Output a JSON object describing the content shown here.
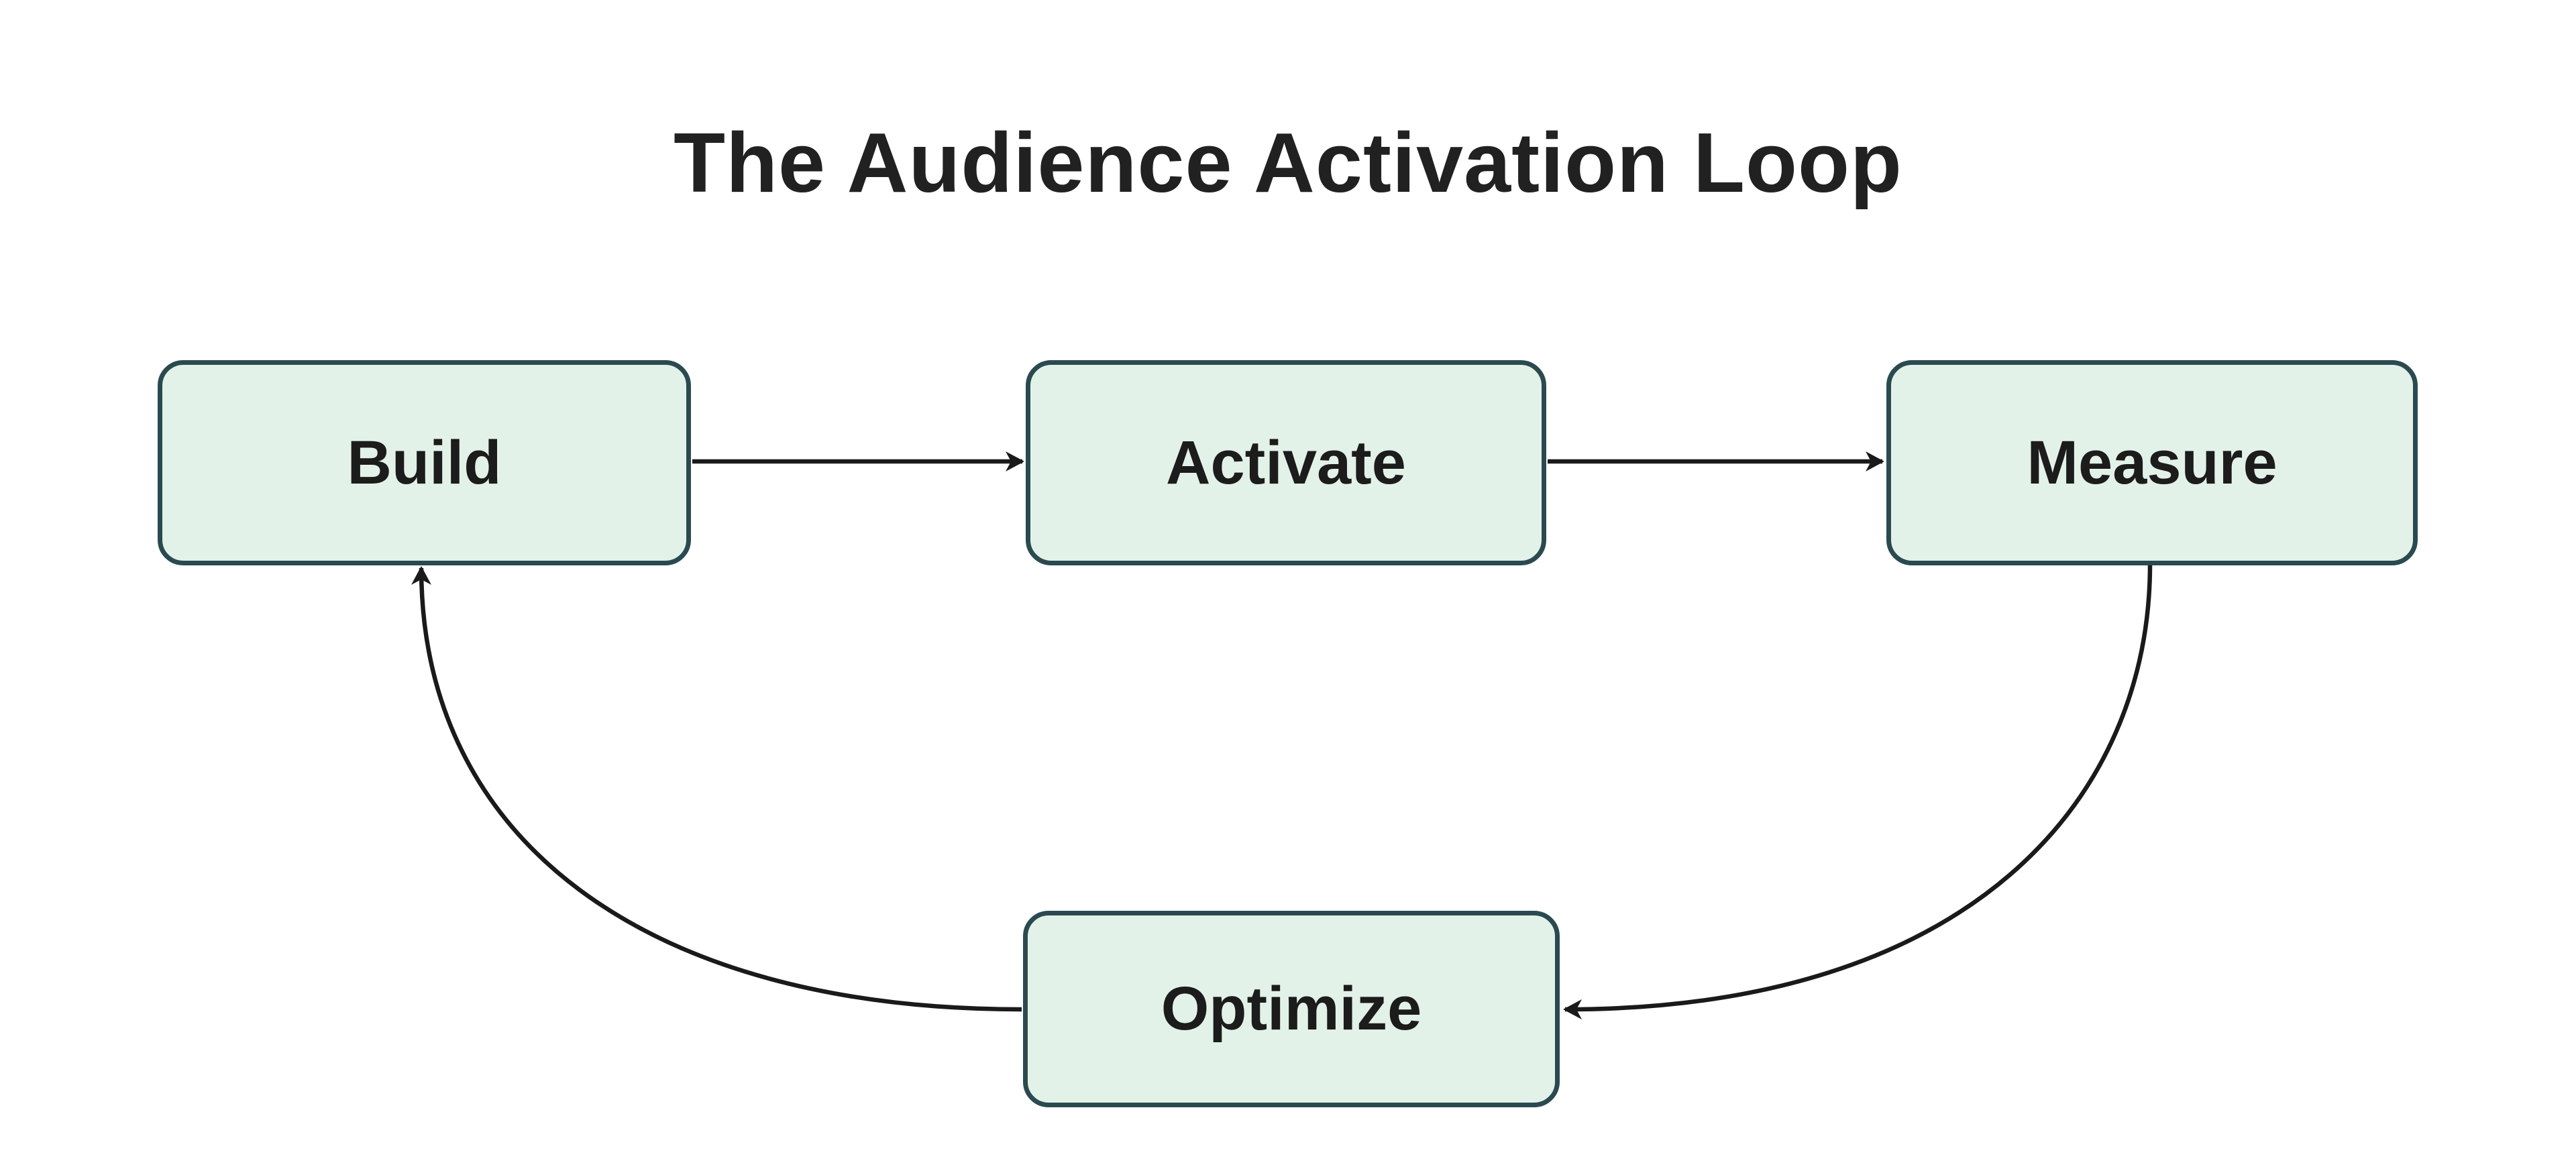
{
  "diagram": {
    "title": "The Audience Activation Loop",
    "type": "flowchart-loop",
    "nodes": [
      {
        "id": "build",
        "label": "Build"
      },
      {
        "id": "activate",
        "label": "Activate"
      },
      {
        "id": "measure",
        "label": "Measure"
      },
      {
        "id": "optimize",
        "label": "Optimize"
      }
    ],
    "edges": [
      {
        "from": "build",
        "to": "activate",
        "style": "straight-arrow"
      },
      {
        "from": "activate",
        "to": "measure",
        "style": "straight-arrow"
      },
      {
        "from": "measure",
        "to": "optimize",
        "style": "curved-arrow"
      },
      {
        "from": "optimize",
        "to": "build",
        "style": "curved-arrow"
      }
    ],
    "colors": {
      "background": "#ffffff",
      "node_fill": "#e3f2e9",
      "node_border": "#2a4a50",
      "arrow": "#1a1a1a",
      "text": "#1c1c1c",
      "title_text": "#212121"
    }
  }
}
